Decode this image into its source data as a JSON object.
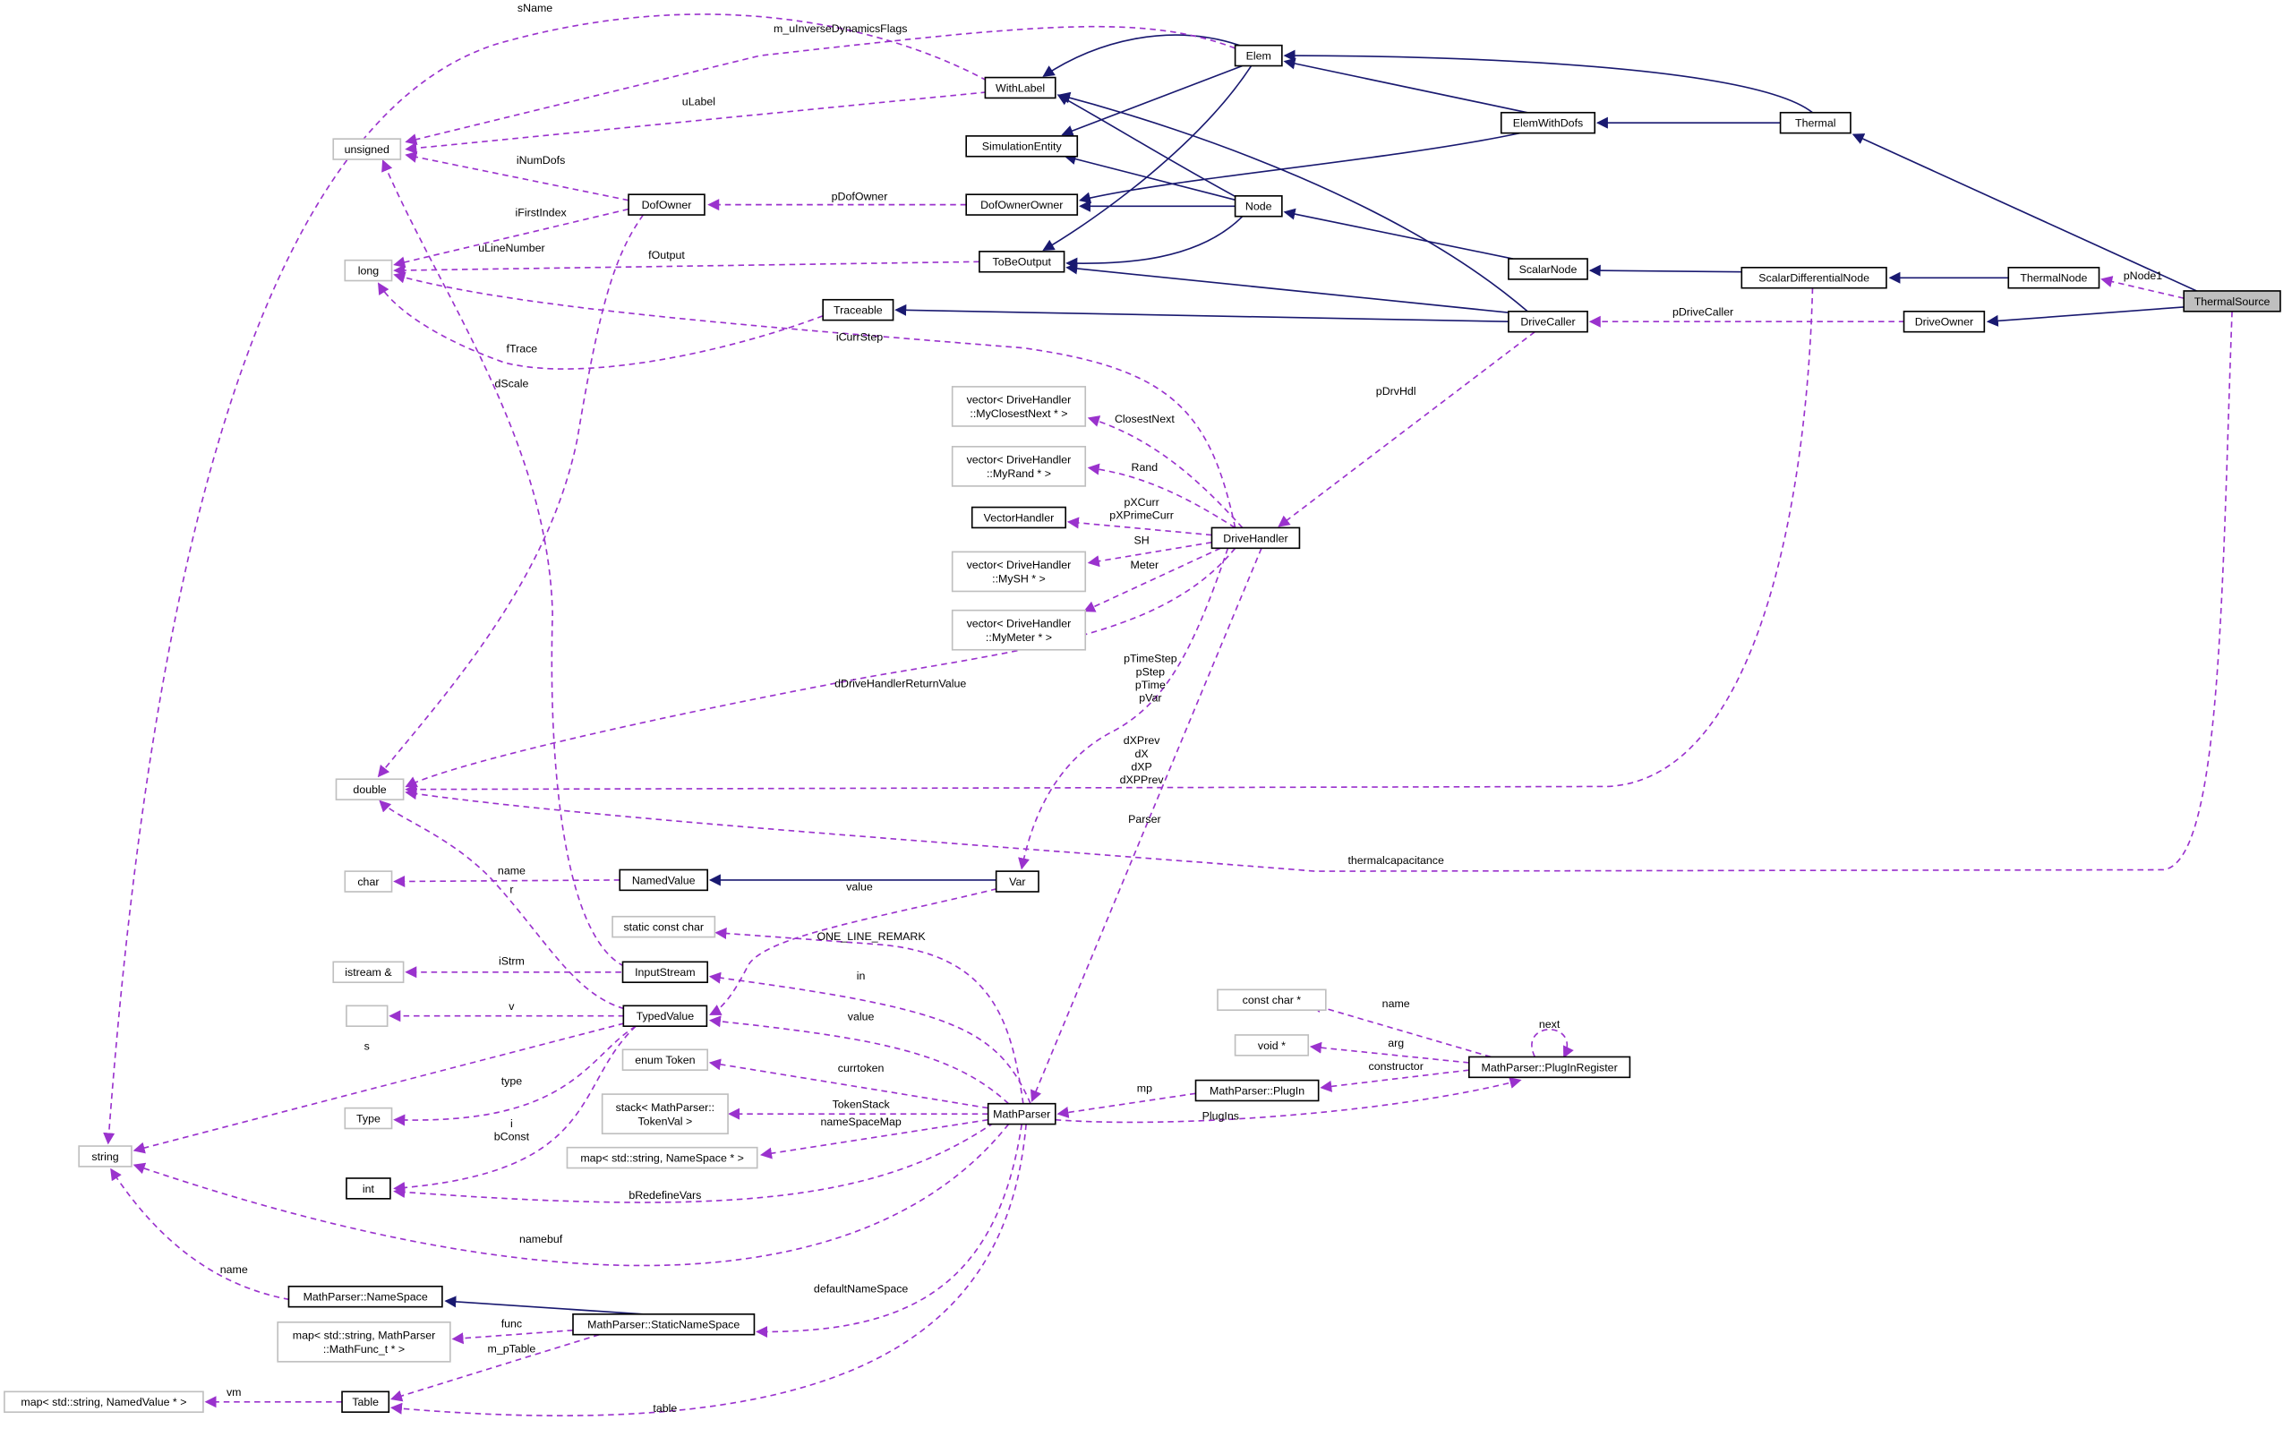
{
  "colors": {
    "inheritance": "#191970",
    "member": "#9a32cd",
    "highlight_fill": "#bfbfbf",
    "external_border": "#bfbfbf"
  },
  "nodes": [
    {
      "id": "ThermalSource",
      "lines": [
        "ThermalSource"
      ],
      "kind": "highlight"
    },
    {
      "id": "Thermal",
      "lines": [
        "Thermal"
      ],
      "kind": "class"
    },
    {
      "id": "Elem",
      "lines": [
        "Elem"
      ],
      "kind": "class"
    },
    {
      "id": "ElemWithDofs",
      "lines": [
        "ElemWithDofs"
      ],
      "kind": "class"
    },
    {
      "id": "WithLabel",
      "lines": [
        "WithLabel"
      ],
      "kind": "class"
    },
    {
      "id": "SimulationEntity",
      "lines": [
        "SimulationEntity"
      ],
      "kind": "class"
    },
    {
      "id": "DofOwnerOwner",
      "lines": [
        "DofOwnerOwner"
      ],
      "kind": "class"
    },
    {
      "id": "Node",
      "lines": [
        "Node"
      ],
      "kind": "class"
    },
    {
      "id": "DofOwner",
      "lines": [
        "DofOwner"
      ],
      "kind": "class"
    },
    {
      "id": "ToBeOutput",
      "lines": [
        "ToBeOutput"
      ],
      "kind": "class"
    },
    {
      "id": "ScalarNode",
      "lines": [
        "ScalarNode"
      ],
      "kind": "class"
    },
    {
      "id": "ScalarDifferentialNode",
      "lines": [
        "ScalarDifferentialNode"
      ],
      "kind": "class"
    },
    {
      "id": "ThermalNode",
      "lines": [
        "ThermalNode"
      ],
      "kind": "class"
    },
    {
      "id": "DriveOwner",
      "lines": [
        "DriveOwner"
      ],
      "kind": "class"
    },
    {
      "id": "Traceable",
      "lines": [
        "Traceable"
      ],
      "kind": "class"
    },
    {
      "id": "DriveCaller",
      "lines": [
        "DriveCaller"
      ],
      "kind": "class"
    },
    {
      "id": "unsigned",
      "lines": [
        "unsigned"
      ],
      "kind": "external"
    },
    {
      "id": "long",
      "lines": [
        "long"
      ],
      "kind": "external"
    },
    {
      "id": "DriveHandler",
      "lines": [
        "DriveHandler"
      ],
      "kind": "class"
    },
    {
      "id": "vecClosest",
      "lines": [
        "vector< DriveHandler",
        "::MyClosestNext * >"
      ],
      "kind": "external"
    },
    {
      "id": "vecRand",
      "lines": [
        "vector< DriveHandler",
        "::MyRand * >"
      ],
      "kind": "external"
    },
    {
      "id": "VectorHandler",
      "lines": [
        "VectorHandler"
      ],
      "kind": "class"
    },
    {
      "id": "vecSH",
      "lines": [
        "vector< DriveHandler",
        "::MySH * >"
      ],
      "kind": "external"
    },
    {
      "id": "vecMeter",
      "lines": [
        "vector< DriveHandler",
        "::MyMeter * >"
      ],
      "kind": "external"
    },
    {
      "id": "double",
      "lines": [
        "double"
      ],
      "kind": "external"
    },
    {
      "id": "char",
      "lines": [
        "char"
      ],
      "kind": "external"
    },
    {
      "id": "NamedValue",
      "lines": [
        "NamedValue"
      ],
      "kind": "class"
    },
    {
      "id": "Var",
      "lines": [
        "Var"
      ],
      "kind": "class"
    },
    {
      "id": "staticConstChar",
      "lines": [
        "static const char"
      ],
      "kind": "external"
    },
    {
      "id": "InputStream",
      "lines": [
        "InputStream"
      ],
      "kind": "class"
    },
    {
      "id": "istream",
      "lines": [
        "istream &"
      ],
      "kind": "external"
    },
    {
      "id": "TypedValue",
      "lines": [
        "TypedValue"
      ],
      "kind": "class"
    },
    {
      "id": "empty",
      "lines": [
        ""
      ],
      "kind": "external"
    },
    {
      "id": "string",
      "lines": [
        "string"
      ],
      "kind": "external"
    },
    {
      "id": "Type",
      "lines": [
        "Type"
      ],
      "kind": "external"
    },
    {
      "id": "int",
      "lines": [
        "int"
      ],
      "kind": "class"
    },
    {
      "id": "enumToken",
      "lines": [
        "enum Token"
      ],
      "kind": "external"
    },
    {
      "id": "stackTokenVal",
      "lines": [
        "stack< MathParser::",
        "TokenVal >"
      ],
      "kind": "external"
    },
    {
      "id": "mapNameSpace",
      "lines": [
        "map< std::string, NameSpace * >"
      ],
      "kind": "external"
    },
    {
      "id": "MathParser",
      "lines": [
        "MathParser"
      ],
      "kind": "class"
    },
    {
      "id": "NameSpace",
      "lines": [
        "MathParser::NameSpace"
      ],
      "kind": "class"
    },
    {
      "id": "StaticNameSpace",
      "lines": [
        "MathParser::StaticNameSpace"
      ],
      "kind": "class"
    },
    {
      "id": "mapMathFunc",
      "lines": [
        "map< std::string, MathParser",
        "::MathFunc_t * >"
      ],
      "kind": "external"
    },
    {
      "id": "Table",
      "lines": [
        "Table"
      ],
      "kind": "class"
    },
    {
      "id": "mapNamedValue",
      "lines": [
        "map< std::string, NamedValue * >"
      ],
      "kind": "external"
    },
    {
      "id": "constCharPtr",
      "lines": [
        "const char *"
      ],
      "kind": "external"
    },
    {
      "id": "voidPtr",
      "lines": [
        "void *"
      ],
      "kind": "external"
    },
    {
      "id": "PlugIn",
      "lines": [
        "MathParser::PlugIn"
      ],
      "kind": "class"
    },
    {
      "id": "PlugInRegister",
      "lines": [
        "MathParser::PlugInRegister"
      ],
      "kind": "class"
    }
  ],
  "edges": [
    {
      "from": "Thermal",
      "to": "Elem",
      "type": "inheritance",
      "labels": []
    },
    {
      "from": "ElemWithDofs",
      "to": "Elem",
      "type": "inheritance",
      "labels": []
    },
    {
      "from": "Thermal",
      "to": "ElemWithDofs",
      "type": "inheritance",
      "labels": []
    },
    {
      "from": "ThermalSource",
      "to": "Thermal",
      "type": "inheritance",
      "labels": []
    },
    {
      "from": "Elem",
      "to": "WithLabel",
      "type": "inheritance",
      "labels": []
    },
    {
      "from": "Elem",
      "to": "SimulationEntity",
      "type": "inheritance",
      "labels": []
    },
    {
      "from": "Elem",
      "to": "ToBeOutput",
      "type": "inheritance",
      "labels": []
    },
    {
      "from": "ElemWithDofs",
      "to": "DofOwnerOwner",
      "type": "inheritance",
      "labels": []
    },
    {
      "from": "Node",
      "to": "WithLabel",
      "type": "inheritance",
      "labels": []
    },
    {
      "from": "Node",
      "to": "SimulationEntity",
      "type": "inheritance",
      "labels": []
    },
    {
      "from": "Node",
      "to": "DofOwnerOwner",
      "type": "inheritance",
      "labels": []
    },
    {
      "from": "Node",
      "to": "ToBeOutput",
      "type": "inheritance",
      "labels": []
    },
    {
      "from": "DriveCaller",
      "to": "WithLabel",
      "type": "inheritance",
      "labels": []
    },
    {
      "from": "DriveCaller",
      "to": "ToBeOutput",
      "type": "inheritance",
      "labels": []
    },
    {
      "from": "DriveCaller",
      "to": "Traceable",
      "type": "inheritance",
      "labels": []
    },
    {
      "from": "ScalarNode",
      "to": "Node",
      "type": "inheritance",
      "labels": []
    },
    {
      "from": "ScalarDifferentialNode",
      "to": "ScalarNode",
      "type": "inheritance",
      "labels": []
    },
    {
      "from": "ThermalNode",
      "to": "ScalarDifferentialNode",
      "type": "inheritance",
      "labels": []
    },
    {
      "from": "ThermalSource",
      "to": "DriveOwner",
      "type": "inheritance",
      "labels": []
    },
    {
      "from": "Var",
      "to": "NamedValue",
      "type": "inheritance",
      "labels": []
    },
    {
      "from": "StaticNameSpace",
      "to": "NameSpace",
      "type": "inheritance",
      "labels": []
    },
    {
      "from": "WithLabel",
      "to": "string",
      "type": "member",
      "labels": [
        "sName"
      ]
    },
    {
      "from": "Elem",
      "to": "unsigned",
      "type": "member",
      "labels": [
        "m_uInverseDynamicsFlags"
      ]
    },
    {
      "from": "WithLabel",
      "to": "unsigned",
      "type": "member",
      "labels": [
        "uLabel"
      ]
    },
    {
      "from": "DofOwner",
      "to": "unsigned",
      "type": "member",
      "labels": [
        "iNumDofs"
      ]
    },
    {
      "from": "DofOwner",
      "to": "long",
      "type": "member",
      "labels": [
        "iFirstIndex"
      ]
    },
    {
      "from": "InputStream",
      "to": "unsigned",
      "type": "member",
      "labels": [
        "uLineNumber"
      ]
    },
    {
      "from": "DofOwnerOwner",
      "to": "DofOwner",
      "type": "member",
      "labels": [
        "pDofOwner"
      ]
    },
    {
      "from": "ToBeOutput",
      "to": "long",
      "type": "member",
      "labels": [
        "fOutput"
      ]
    },
    {
      "from": "Traceable",
      "to": "long",
      "type": "member",
      "labels": [
        "fTrace"
      ]
    },
    {
      "from": "DriveHandler",
      "to": "long",
      "type": "member",
      "labels": [
        "iCurrStep"
      ]
    },
    {
      "from": "DofOwner",
      "to": "double",
      "type": "member",
      "labels": [
        "dScale"
      ]
    },
    {
      "from": "DriveCaller",
      "to": "DriveHandler",
      "type": "member",
      "labels": [
        "pDrvHdl"
      ]
    },
    {
      "from": "DriveHandler",
      "to": "vecClosest",
      "type": "member",
      "labels": [
        "ClosestNext"
      ]
    },
    {
      "from": "DriveHandler",
      "to": "vecRand",
      "type": "member",
      "labels": [
        "Rand"
      ]
    },
    {
      "from": "DriveHandler",
      "to": "VectorHandler",
      "type": "member",
      "labels": [
        "pXCurr",
        "pXPrimeCurr"
      ]
    },
    {
      "from": "DriveHandler",
      "to": "vecSH",
      "type": "member",
      "labels": [
        "SH"
      ]
    },
    {
      "from": "DriveHandler",
      "to": "vecMeter",
      "type": "member",
      "labels": [
        "Meter"
      ]
    },
    {
      "from": "DriveHandler",
      "to": "double",
      "type": "member",
      "labels": [
        "dDriveHandlerReturnValue"
      ]
    },
    {
      "from": "DriveHandler",
      "to": "Var",
      "type": "member",
      "labels": [
        "pTimeStep",
        "pStep",
        "pTime",
        "pVar"
      ]
    },
    {
      "from": "ScalarDifferentialNode",
      "to": "double",
      "type": "member",
      "labels": [
        "dXPrev",
        "dX",
        "dXP",
        "dXPPrev"
      ]
    },
    {
      "from": "ThermalSource",
      "to": "double",
      "type": "member",
      "labels": [
        "thermalcapacitance"
      ]
    },
    {
      "from": "DriveHandler",
      "to": "MathParser",
      "type": "member",
      "labels": [
        "Parser"
      ]
    },
    {
      "from": "ThermalSource",
      "to": "ThermalNode",
      "type": "member",
      "labels": [
        "pNode1"
      ]
    },
    {
      "from": "DriveOwner",
      "to": "DriveCaller",
      "type": "member",
      "labels": [
        "pDriveCaller"
      ]
    },
    {
      "from": "NamedValue",
      "to": "char",
      "type": "member",
      "labels": [
        "name"
      ]
    },
    {
      "from": "Var",
      "to": "TypedValue",
      "type": "member",
      "labels": [
        "value"
      ]
    },
    {
      "from": "MathParser",
      "to": "staticConstChar",
      "type": "member",
      "labels": [
        "ONE_LINE_REMARK"
      ]
    },
    {
      "from": "InputStream",
      "to": "istream",
      "type": "member",
      "labels": [
        "iStrm"
      ]
    },
    {
      "from": "MathParser",
      "to": "InputStream",
      "type": "member",
      "labels": [
        "in"
      ]
    },
    {
      "from": "TypedValue",
      "to": "empty",
      "type": "member",
      "labels": [
        "v"
      ]
    },
    {
      "from": "TypedValue",
      "to": "double",
      "type": "member",
      "labels": [
        "r"
      ]
    },
    {
      "from": "TypedValue",
      "to": "string",
      "type": "member",
      "labels": [
        "s"
      ]
    },
    {
      "from": "TypedValue",
      "to": "Type",
      "type": "member",
      "labels": [
        "type"
      ]
    },
    {
      "from": "TypedValue",
      "to": "int",
      "type": "member",
      "labels": [
        "i",
        "bConst"
      ]
    },
    {
      "from": "MathParser",
      "to": "TypedValue",
      "type": "member",
      "labels": [
        "value"
      ]
    },
    {
      "from": "MathParser",
      "to": "enumToken",
      "type": "member",
      "labels": [
        "currtoken"
      ]
    },
    {
      "from": "MathParser",
      "to": "stackTokenVal",
      "type": "member",
      "labels": [
        "TokenStack"
      ]
    },
    {
      "from": "MathParser",
      "to": "mapNameSpace",
      "type": "member",
      "labels": [
        "nameSpaceMap"
      ]
    },
    {
      "from": "MathParser",
      "to": "int",
      "type": "member",
      "labels": [
        "bRedefineVars"
      ]
    },
    {
      "from": "MathParser",
      "to": "string",
      "type": "member",
      "labels": [
        "namebuf"
      ]
    },
    {
      "from": "MathParser",
      "to": "StaticNameSpace",
      "type": "member",
      "labels": [
        "defaultNameSpace"
      ]
    },
    {
      "from": "MathParser",
      "to": "Table",
      "type": "member",
      "labels": [
        "table"
      ]
    },
    {
      "from": "NameSpace",
      "to": "string",
      "type": "member",
      "labels": [
        "name"
      ]
    },
    {
      "from": "StaticNameSpace",
      "to": "mapMathFunc",
      "type": "member",
      "labels": [
        "func"
      ]
    },
    {
      "from": "StaticNameSpace",
      "to": "Table",
      "type": "member",
      "labels": [
        "m_pTable"
      ]
    },
    {
      "from": "Table",
      "to": "mapNamedValue",
      "type": "member",
      "labels": [
        "vm"
      ]
    },
    {
      "from": "PlugIn",
      "to": "MathParser",
      "type": "member",
      "labels": [
        "mp"
      ]
    },
    {
      "from": "MathParser",
      "to": "PlugInRegister",
      "type": "member",
      "labels": [
        "PlugIns"
      ]
    },
    {
      "from": "PlugInRegister",
      "to": "constCharPtr",
      "type": "member",
      "labels": [
        "name"
      ]
    },
    {
      "from": "PlugInRegister",
      "to": "voidPtr",
      "type": "member",
      "labels": [
        "arg"
      ]
    },
    {
      "from": "PlugInRegister",
      "to": "PlugIn",
      "type": "member",
      "labels": [
        "constructor"
      ]
    },
    {
      "from": "PlugInRegister",
      "to": "PlugInRegister",
      "type": "member",
      "labels": [
        "next"
      ]
    }
  ]
}
